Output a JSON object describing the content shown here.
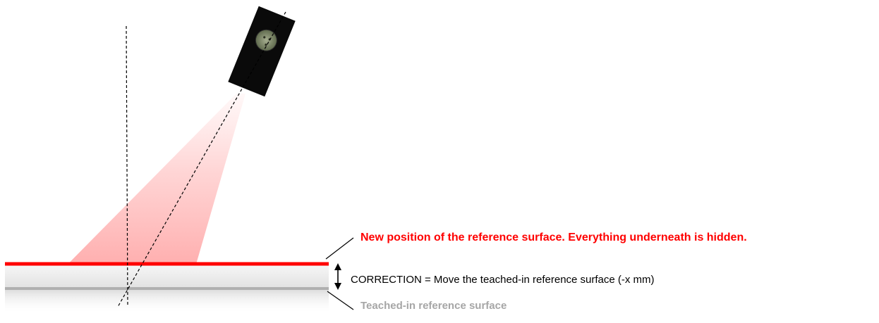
{
  "labels": {
    "new_position": "New position of the reference surface. Everything underneath is hidden.",
    "correction": "CORRECTION = Move the teached-in reference surface (-x mm)",
    "teached_in": "Teached-in reference surface"
  },
  "colors": {
    "new_surface": "#ff0000",
    "teached_surface": "#b0b0b0",
    "teached_label": "#a6a6a6",
    "beam": "#ff5a5a",
    "sensor_body": "#0a0a0a",
    "lens": "#7e8a6c"
  },
  "icons": {
    "sensor": "laser-sensor-icon",
    "lens": "sensor-lens-icon"
  }
}
